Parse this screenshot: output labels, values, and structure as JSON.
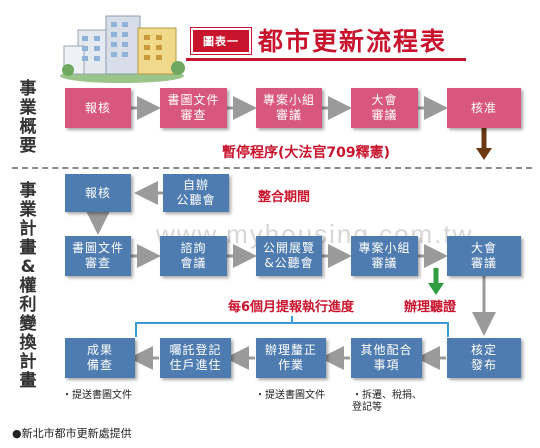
{
  "header": {
    "badge": "圖表一",
    "title": "都市更新流程表"
  },
  "sections": {
    "overview": "事業概要",
    "plan": "事業計畫&權利變換計畫"
  },
  "overview_steps": [
    "報核",
    "書圖文件\n審查",
    "專案小組\n審議",
    "大會\n審議",
    "核准"
  ],
  "suspension_note": "暫停程序(大法官709釋憲)",
  "self_hearing": "自辦\n公聽會",
  "integration_label": "整合期間",
  "plan_row1": [
    "報核"
  ],
  "plan_row2": [
    "書圖文件\n審查",
    "諮詢\n會議",
    "公開展覽\n&公聽會",
    "專案小組\n審議",
    "大會\n審議"
  ],
  "hearing_label": "辦理聽證",
  "progress_label": "每6個月提報執行進度",
  "plan_row3": [
    "成果\n備查",
    "囑託登記\n住戶進住",
    "辦理釐正\n作業",
    "其他配合\n事項",
    "核定\n發布"
  ],
  "notes": {
    "n1": "・提送書圖文件",
    "n2": "・提送書圖文件",
    "n3": "・拆遷、稅捐、\n  登記等"
  },
  "watermark": "www.myhousing.com.tw",
  "source": "●新北市都市更新處提供",
  "colors": {
    "pink": "#d8577e",
    "blue": "#4f7cb0",
    "red": "#c8142d",
    "green": "#2e9e3f",
    "brown": "#6b3a12"
  }
}
